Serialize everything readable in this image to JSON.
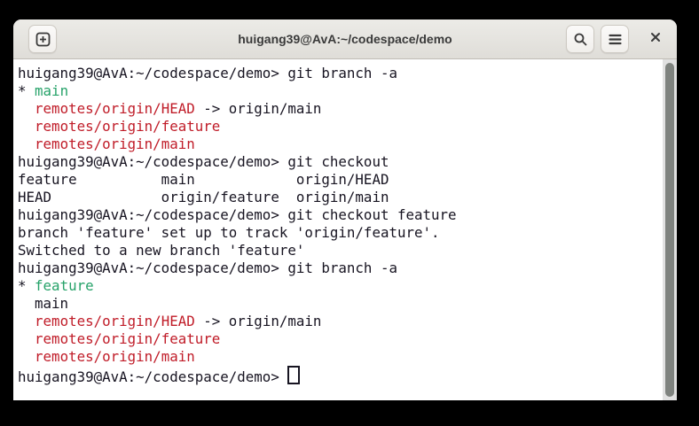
{
  "window": {
    "title": "huigang39@AvA:~/codespace/demo"
  },
  "titlebar": {
    "icons": {
      "new_tab": "new-tab-icon",
      "search": "search-icon",
      "menu": "hamburger-menu-icon",
      "close": "close-icon"
    }
  },
  "colors": {
    "terminal_bg": "#ffffff",
    "terminal_fg": "#171421",
    "green": "#26a269",
    "red": "#c01c28",
    "titlebar_bg": "#e8e5e0",
    "outer_bg": "#000000",
    "scroll_thumb": "#7f837f"
  },
  "terminal": {
    "lines": [
      {
        "segments": [
          {
            "t": "huigang39@AvA:~/codespace/demo> git branch -a",
            "c": "fg"
          }
        ]
      },
      {
        "segments": [
          {
            "t": "* ",
            "c": "fg"
          },
          {
            "t": "main",
            "c": "green"
          }
        ]
      },
      {
        "segments": [
          {
            "t": "  ",
            "c": "fg"
          },
          {
            "t": "remotes/origin/HEAD",
            "c": "red"
          },
          {
            "t": " -> origin/main",
            "c": "fg"
          }
        ]
      },
      {
        "segments": [
          {
            "t": "  ",
            "c": "fg"
          },
          {
            "t": "remotes/origin/feature",
            "c": "red"
          }
        ]
      },
      {
        "segments": [
          {
            "t": "  ",
            "c": "fg"
          },
          {
            "t": "remotes/origin/main",
            "c": "red"
          }
        ]
      },
      {
        "segments": [
          {
            "t": "huigang39@AvA:~/codespace/demo> git checkout",
            "c": "fg"
          }
        ]
      },
      {
        "segments": [
          {
            "t": "feature          main            origin/HEAD",
            "c": "fg"
          }
        ]
      },
      {
        "segments": [
          {
            "t": "HEAD             origin/feature  origin/main",
            "c": "fg"
          }
        ]
      },
      {
        "segments": [
          {
            "t": "huigang39@AvA:~/codespace/demo> git checkout feature",
            "c": "fg"
          }
        ]
      },
      {
        "segments": [
          {
            "t": "branch 'feature' set up to track 'origin/feature'.",
            "c": "fg"
          }
        ]
      },
      {
        "segments": [
          {
            "t": "Switched to a new branch 'feature'",
            "c": "fg"
          }
        ]
      },
      {
        "segments": [
          {
            "t": "huigang39@AvA:~/codespace/demo> git branch -a",
            "c": "fg"
          }
        ]
      },
      {
        "segments": [
          {
            "t": "* ",
            "c": "fg"
          },
          {
            "t": "feature",
            "c": "green"
          }
        ]
      },
      {
        "segments": [
          {
            "t": "  main",
            "c": "fg"
          }
        ]
      },
      {
        "segments": [
          {
            "t": "  ",
            "c": "fg"
          },
          {
            "t": "remotes/origin/HEAD",
            "c": "red"
          },
          {
            "t": " -> origin/main",
            "c": "fg"
          }
        ]
      },
      {
        "segments": [
          {
            "t": "  ",
            "c": "fg"
          },
          {
            "t": "remotes/origin/feature",
            "c": "red"
          }
        ]
      },
      {
        "segments": [
          {
            "t": "  ",
            "c": "fg"
          },
          {
            "t": "remotes/origin/main",
            "c": "red"
          }
        ]
      },
      {
        "segments": [
          {
            "t": "huigang39@AvA:~/codespace/demo> ",
            "c": "fg"
          }
        ],
        "cursor_after": true
      }
    ]
  }
}
